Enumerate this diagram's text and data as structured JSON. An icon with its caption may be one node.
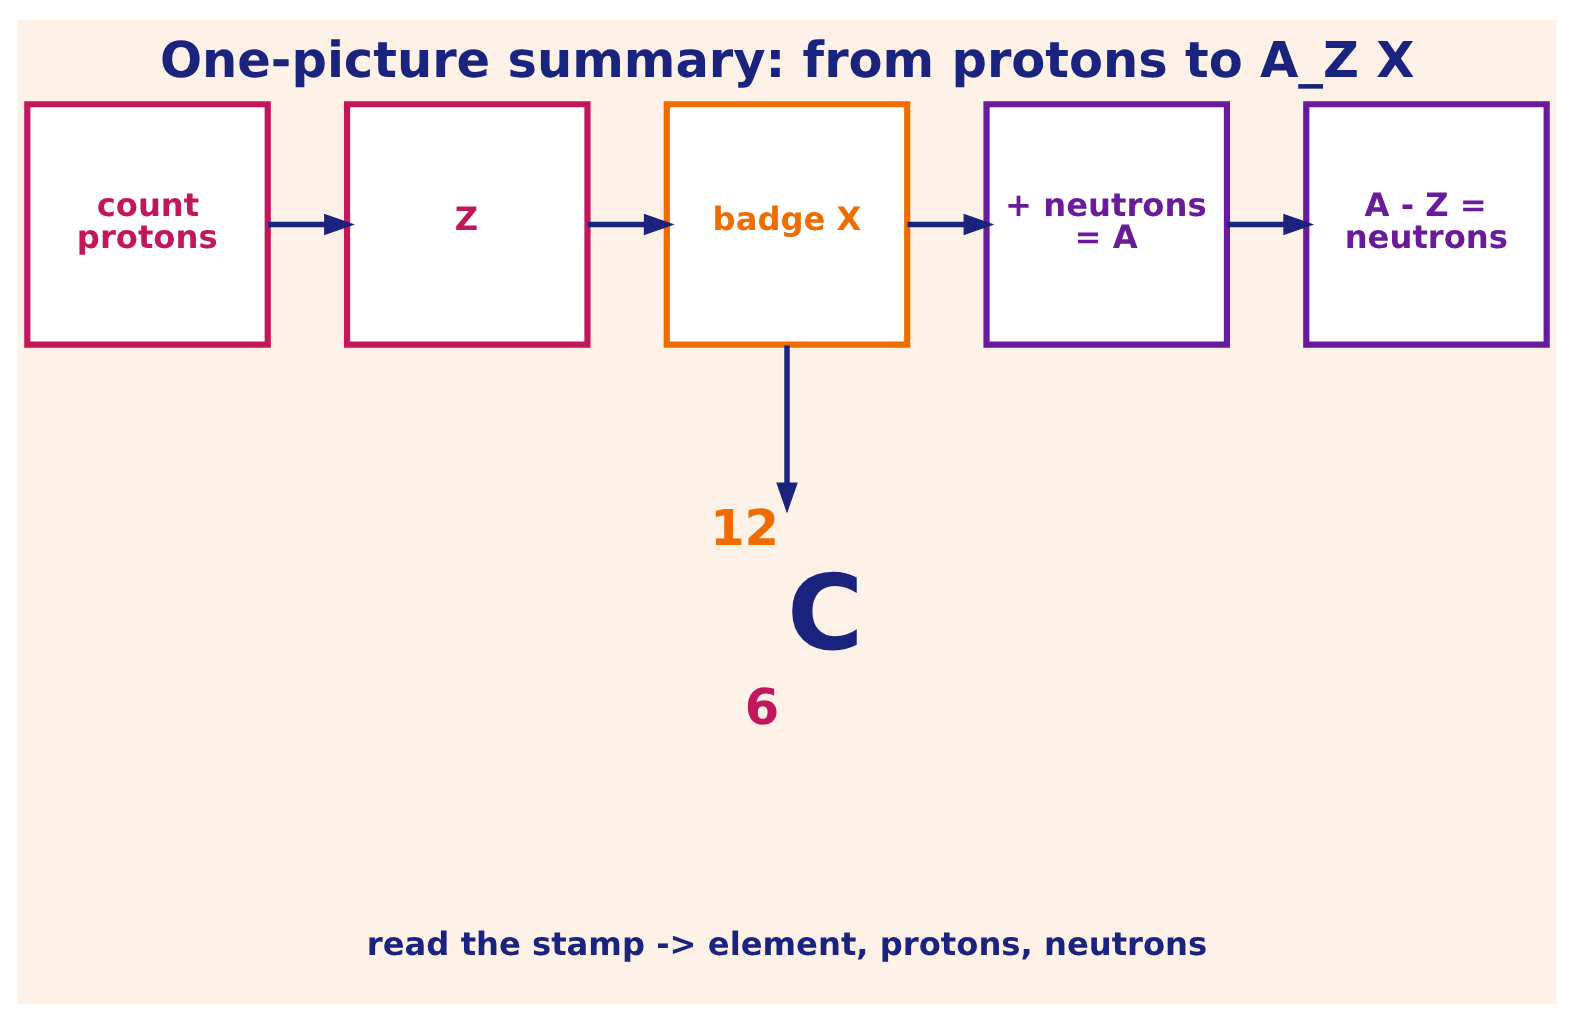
{
  "diagram": {
    "title": "One-picture summary: from protons to A_Z X",
    "nodes": [
      {
        "text": [
          "count protons"
        ]
      },
      {
        "text": [
          "Z"
        ]
      },
      {
        "text": [
          "badge X"
        ]
      },
      {
        "text": [
          "+ neutrons = A"
        ]
      },
      {
        "text": [
          "A - Z = neutrons"
        ]
      },
      {
        "text": [
          "12",
          "C",
          "6"
        ]
      }
    ],
    "edges": [
      {
        "from": 0,
        "to": 1,
        "arrow": "to"
      },
      {
        "from": 1,
        "to": 2,
        "arrow": "to"
      },
      {
        "from": 2,
        "to": 3,
        "arrow": "to"
      },
      {
        "from": 3,
        "to": 4,
        "arrow": "to"
      },
      {
        "from": 2,
        "to": 5,
        "arrow": "to"
      }
    ],
    "caption": "read the stamp -> element, protons, neutrons"
  }
}
